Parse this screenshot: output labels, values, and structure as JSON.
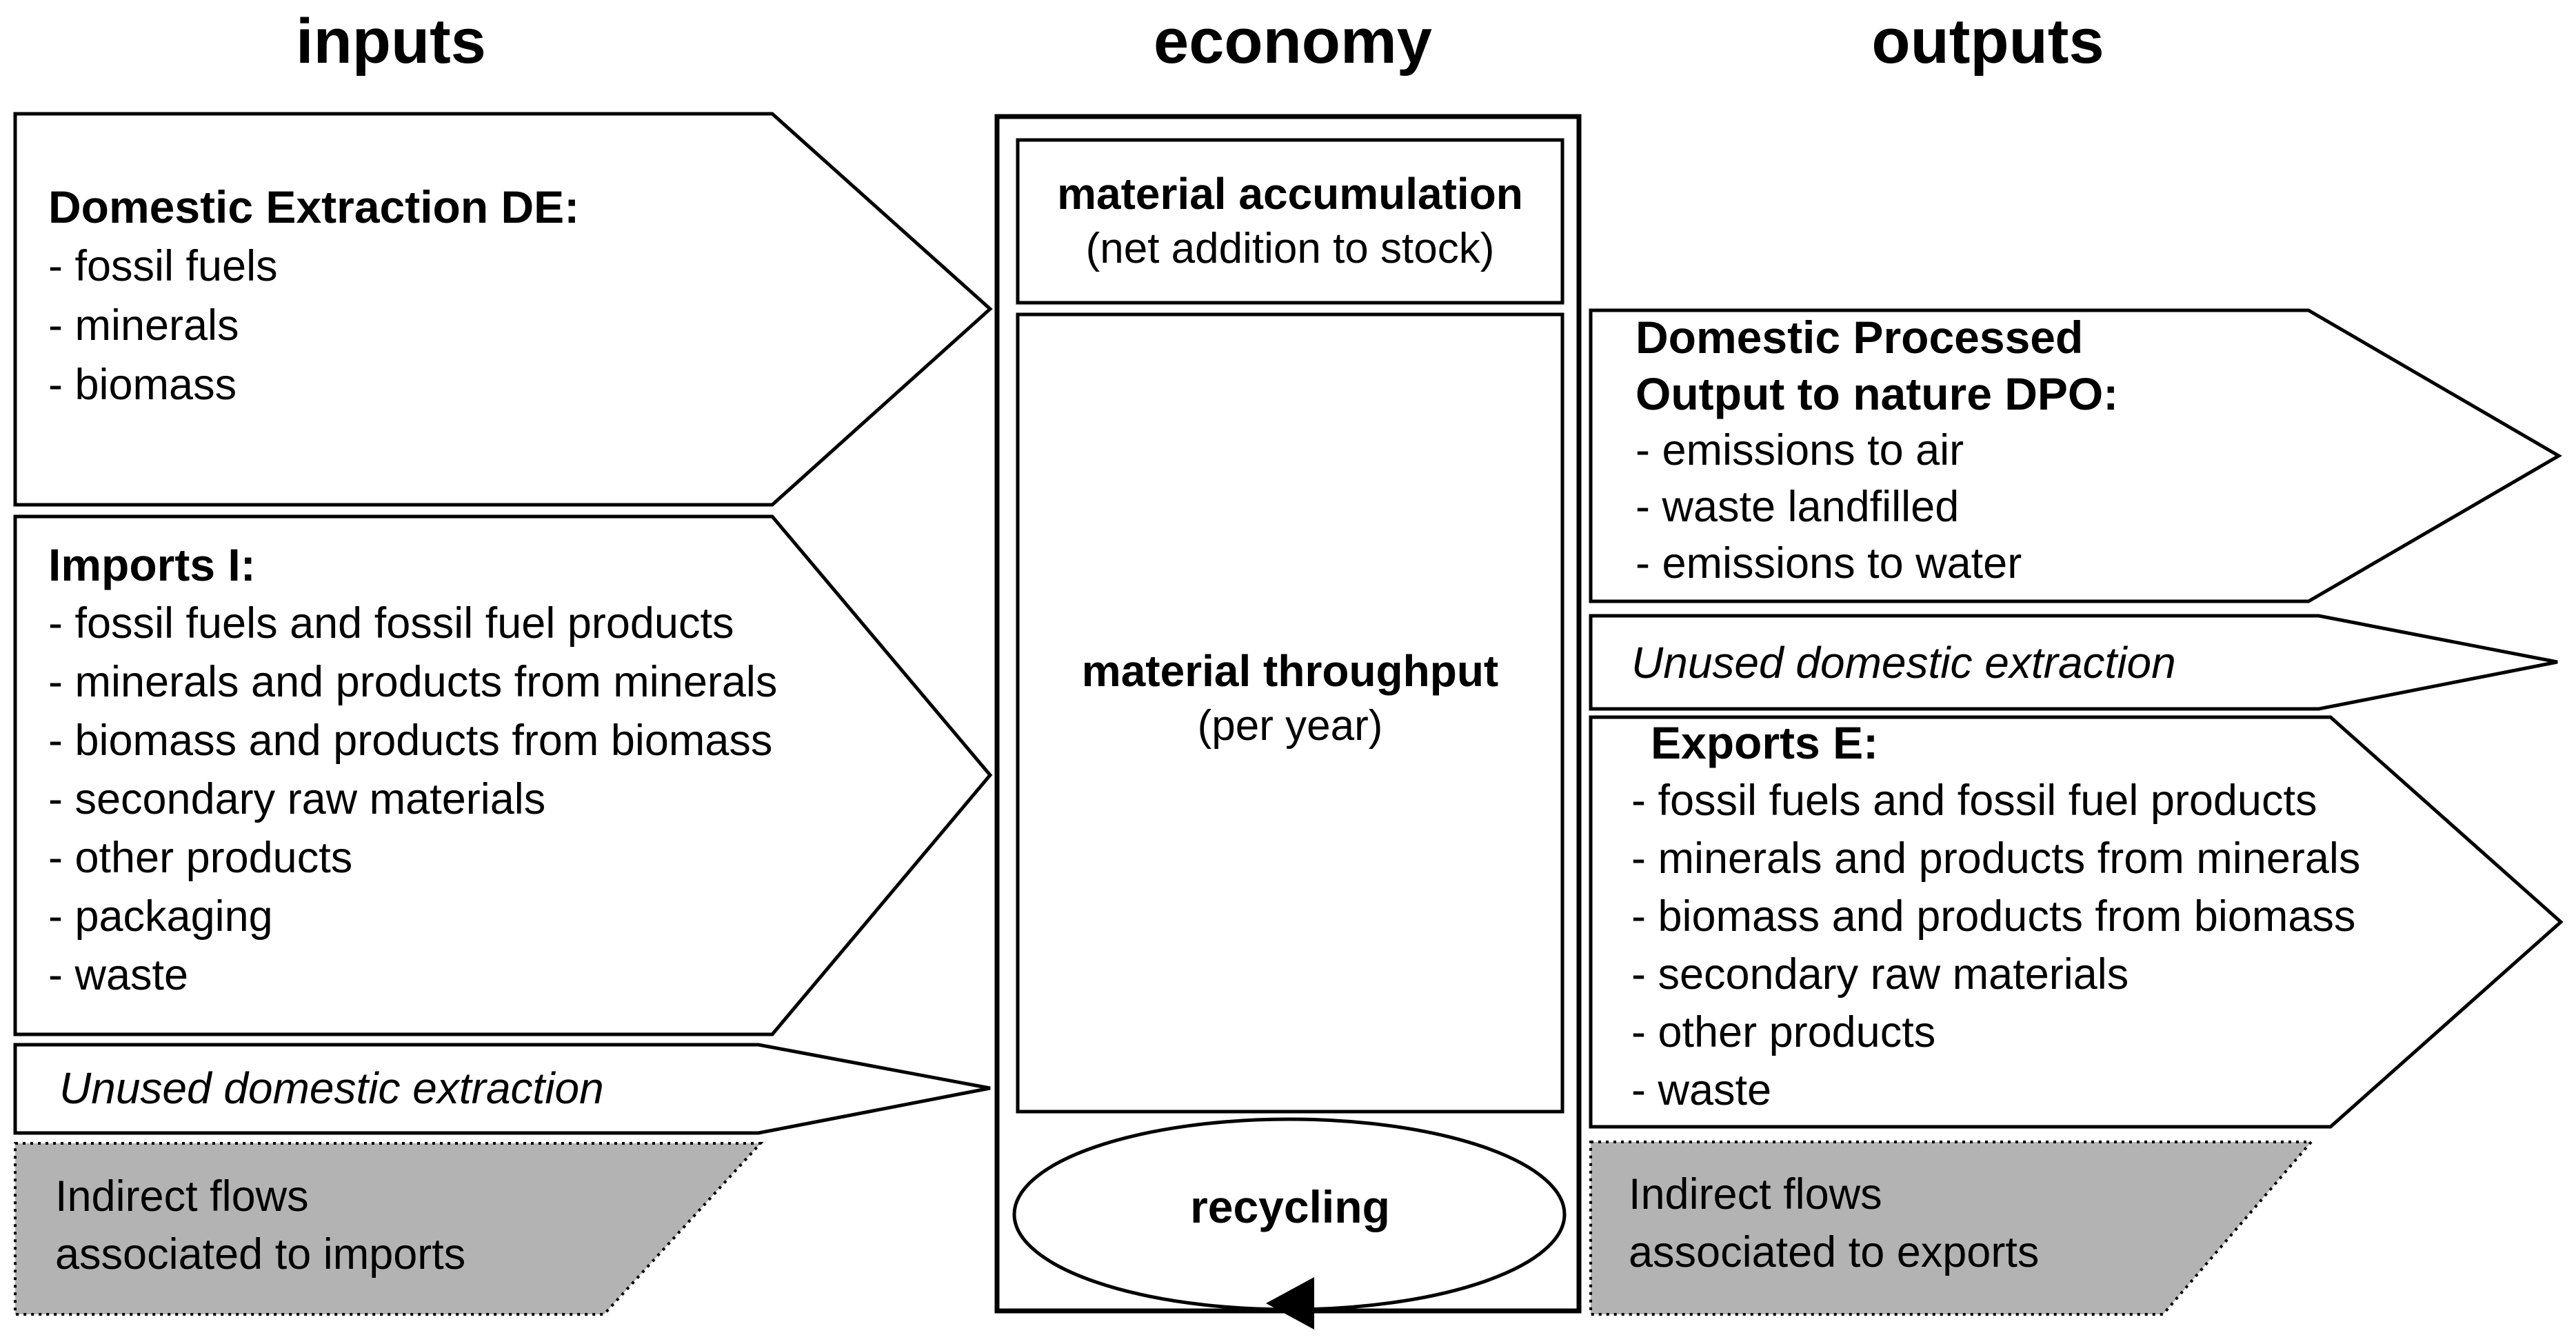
{
  "headers": {
    "inputs": "inputs",
    "economy": "economy",
    "outputs": "outputs"
  },
  "inputs": {
    "domestic_extraction": {
      "title": "Domestic Extraction DE:",
      "items": [
        "- fossil fuels",
        "- minerals",
        "- biomass"
      ]
    },
    "imports": {
      "title": "Imports I:",
      "items": [
        "- fossil fuels and fossil fuel products",
        "- minerals and products from minerals",
        "- biomass and products from biomass",
        "- secondary raw materials",
        "- other products",
        "- packaging",
        "- waste"
      ]
    },
    "unused_domestic_extraction": "Unused domestic extraction",
    "indirect_flows": {
      "line1": "Indirect flows",
      "line2": "associated to imports"
    }
  },
  "economy": {
    "material_accumulation": {
      "title": "material accumulation",
      "subtitle": "(net addition to stock)"
    },
    "material_throughput": {
      "title": "material throughput",
      "subtitle": "(per year)"
    },
    "recycling_label": "recycling"
  },
  "outputs": {
    "dpo": {
      "title_line1": "Domestic Processed",
      "title_line2": "Output to nature DPO:",
      "items": [
        "- emissions to air",
        "- waste landfilled",
        "- emissions to water"
      ]
    },
    "unused_domestic_extraction": "Unused domestic extraction",
    "exports": {
      "title": "Exports E:",
      "items": [
        "- fossil fuels and fossil fuel products",
        "- minerals and products from minerals",
        "- biomass and products from biomass",
        "- secondary raw materials",
        "- other products",
        "- waste"
      ]
    },
    "indirect_flows": {
      "line1": "Indirect flows",
      "line2": "associated to exports"
    }
  },
  "colors": {
    "background": "#ffffff",
    "shape_fill": "#ffffff",
    "shape_stroke": "#000000",
    "indirect_fill": "#b3b3b3",
    "text": "#000000"
  }
}
